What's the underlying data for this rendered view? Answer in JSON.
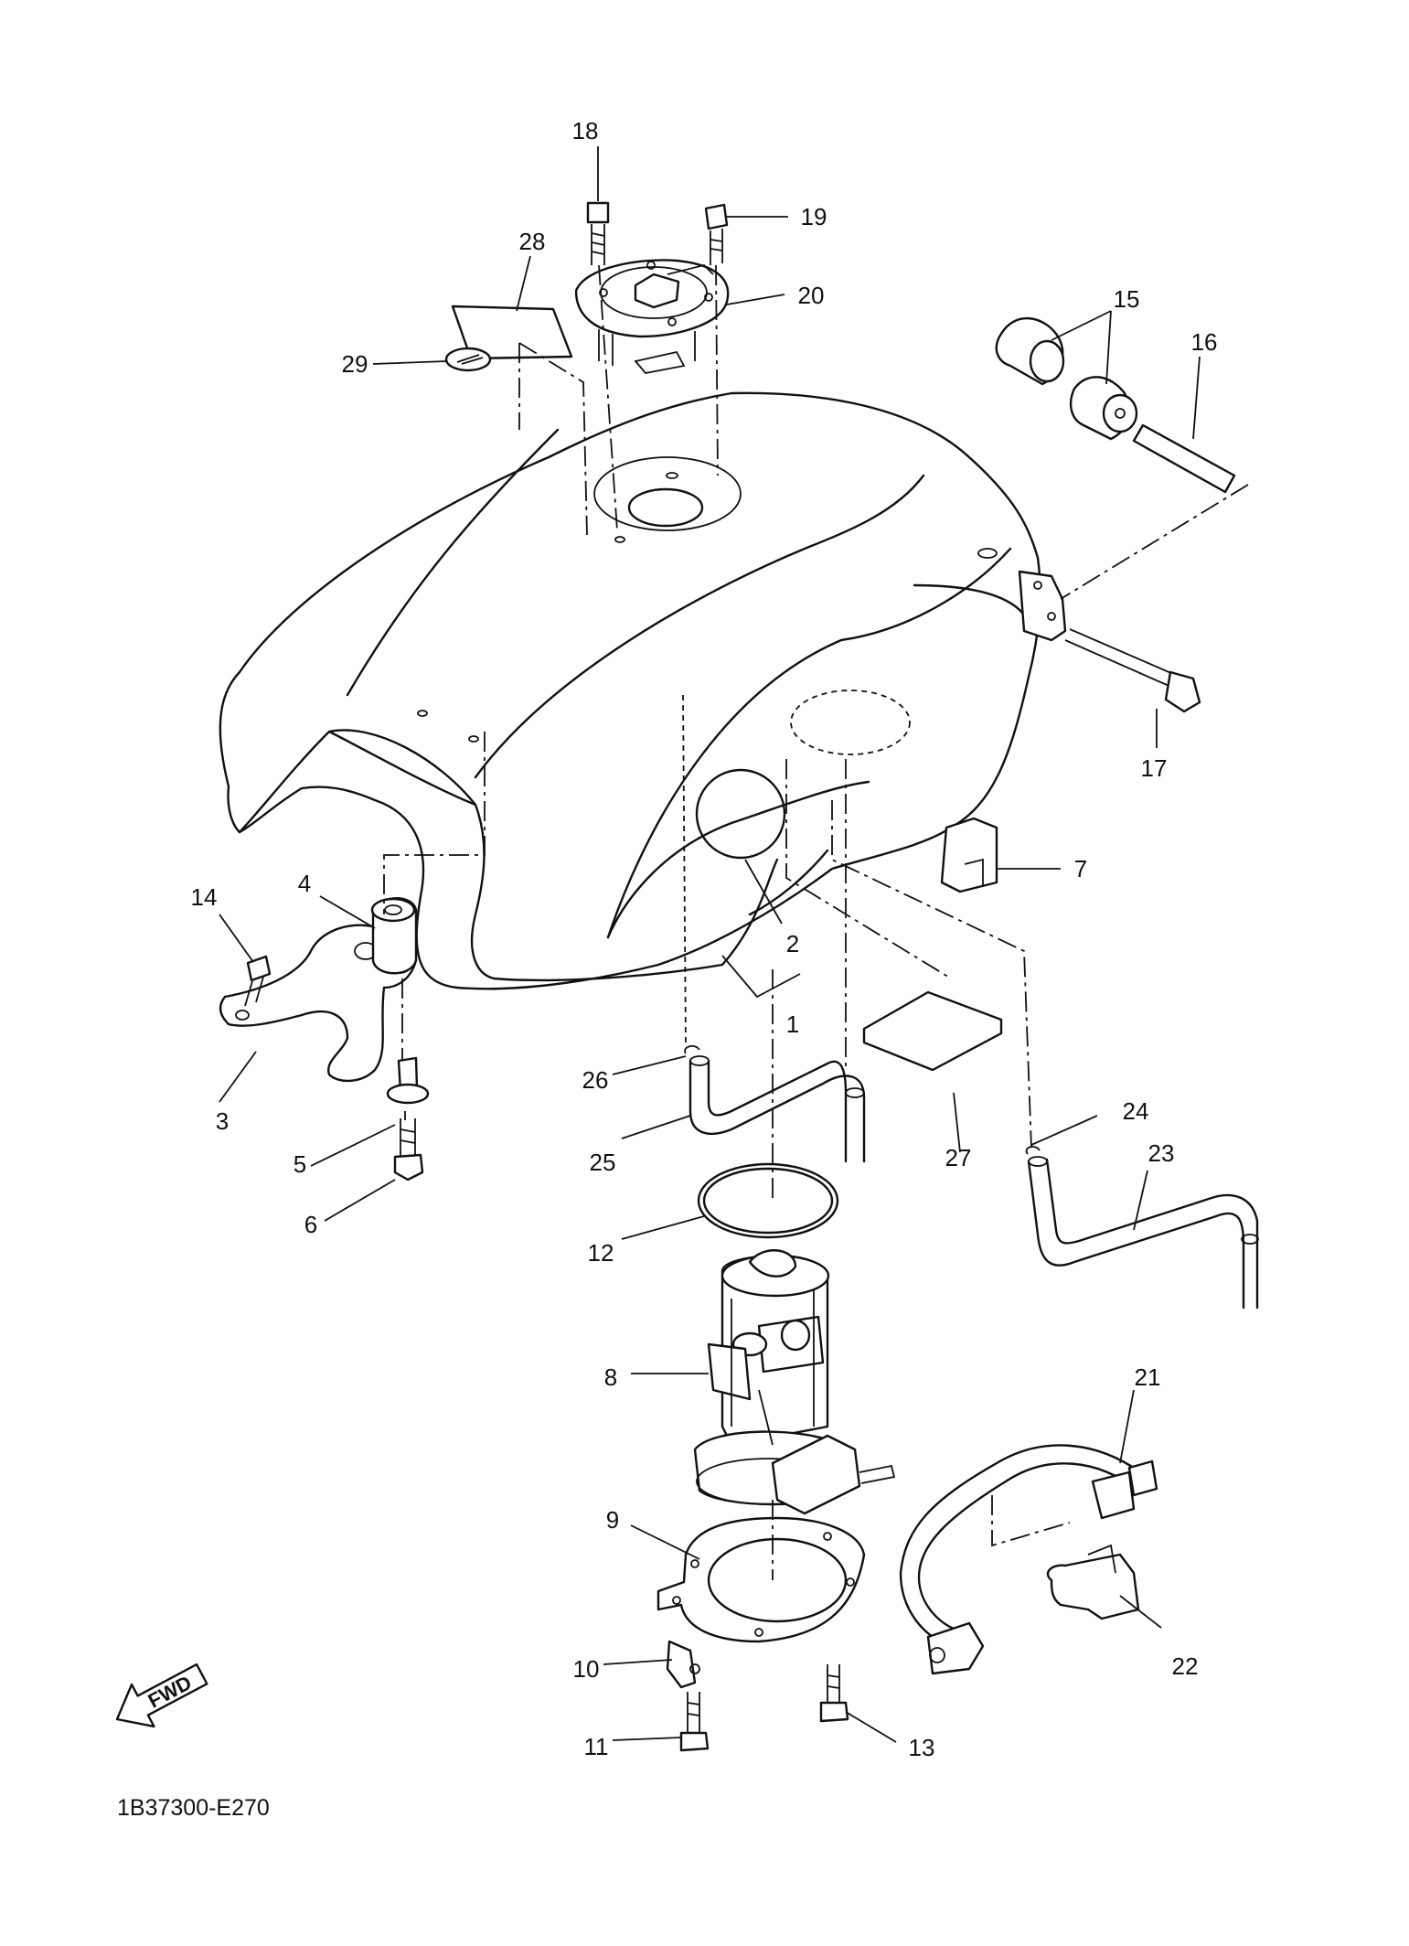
{
  "diagram_code": "1B37300-E270",
  "fwd_arrow": {
    "label": "FWD"
  },
  "callouts": [
    {
      "id": "18",
      "text": "18"
    },
    {
      "id": "19",
      "text": "19"
    },
    {
      "id": "20",
      "text": "20"
    },
    {
      "id": "28",
      "text": "28"
    },
    {
      "id": "29",
      "text": "29"
    },
    {
      "id": "15",
      "text": "15"
    },
    {
      "id": "16",
      "text": "16"
    },
    {
      "id": "17",
      "text": "17"
    },
    {
      "id": "7",
      "text": "7"
    },
    {
      "id": "14",
      "text": "14"
    },
    {
      "id": "4",
      "text": "4"
    },
    {
      "id": "3",
      "text": "3"
    },
    {
      "id": "5",
      "text": "5"
    },
    {
      "id": "6",
      "text": "6"
    },
    {
      "id": "2",
      "text": "2"
    },
    {
      "id": "1",
      "text": "1"
    },
    {
      "id": "26",
      "text": "26"
    },
    {
      "id": "25",
      "text": "25"
    },
    {
      "id": "27",
      "text": "27"
    },
    {
      "id": "24",
      "text": "24"
    },
    {
      "id": "23",
      "text": "23"
    },
    {
      "id": "12",
      "text": "12"
    },
    {
      "id": "8",
      "text": "8"
    },
    {
      "id": "21",
      "text": "21"
    },
    {
      "id": "9",
      "text": "9"
    },
    {
      "id": "22",
      "text": "22"
    },
    {
      "id": "10",
      "text": "10"
    },
    {
      "id": "11",
      "text": "11"
    },
    {
      "id": "13",
      "text": "13"
    }
  ]
}
